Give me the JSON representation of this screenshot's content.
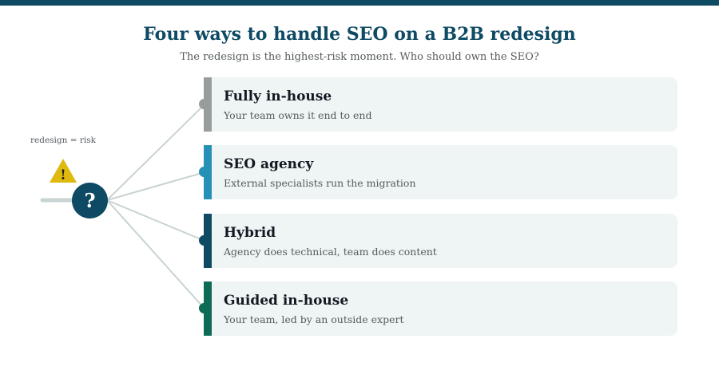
{
  "header": {
    "title": "Four ways to handle SEO on a B2B redesign",
    "subtitle": "The redesign is the highest-risk moment. Who should own the SEO?"
  },
  "hub": {
    "label": "redesign = risk",
    "warning_symbol": "!",
    "symbol": "?",
    "warning_icon": "warning-triangle-icon",
    "colors": {
      "hub": "#0e4a63",
      "warning": "#e0b90f",
      "connector": "#c9d3d3"
    }
  },
  "options": [
    {
      "title": "Fully in-house",
      "description": "Your team owns it end to end",
      "color": "#969d9a"
    },
    {
      "title": "SEO agency",
      "description": "External specialists run the migration",
      "color": "#2690b6"
    },
    {
      "title": "Hybrid",
      "description": "Agency does technical, team does content",
      "color": "#0e4a63"
    },
    {
      "title": "Guided in-house",
      "description": "Your team, led by an outside expert",
      "color": "#0e6b55"
    }
  ]
}
